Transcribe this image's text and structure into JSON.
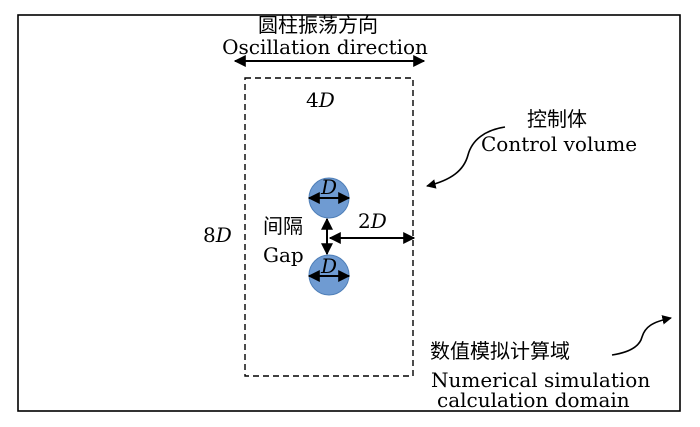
{
  "oscillation": {
    "label_cn": "圆柱振荡方向",
    "label_en": "Oscillation direction"
  },
  "control_volume": {
    "label_cn": "控制体",
    "label_en": "Control volume",
    "width_value": "4",
    "height_value": "8",
    "unit_symbol": "D"
  },
  "gap": {
    "label_cn": "间隔",
    "label_en": "Gap"
  },
  "cylinders": {
    "diameter_symbol": "D",
    "offset_value": "2",
    "offset_unit": "D",
    "fill_color": "#6f9bd2",
    "edge_color": "#4f7fb8"
  },
  "domain": {
    "label_cn": "数值模拟计算域",
    "label_en_line1": "Numerical simulation",
    "label_en_line2": "calculation domain"
  }
}
